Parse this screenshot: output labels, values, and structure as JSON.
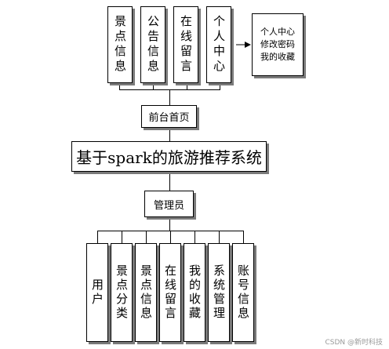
{
  "front": {
    "modules": [
      "景点信息",
      "公告信息",
      "在线留言",
      "个人中心"
    ],
    "personal_center_items": [
      "个人中心",
      "修改密码",
      "我的收藏"
    ],
    "home_label": "前台首页"
  },
  "system": {
    "title": "基于spark的旅游推荐系统"
  },
  "admin": {
    "label": "管理员",
    "modules": [
      "用户",
      "景点分类",
      "景点信息",
      "在线留言",
      "我的收藏",
      "系统管理",
      "账号信息"
    ]
  },
  "watermark": "CSDN @新时科技"
}
